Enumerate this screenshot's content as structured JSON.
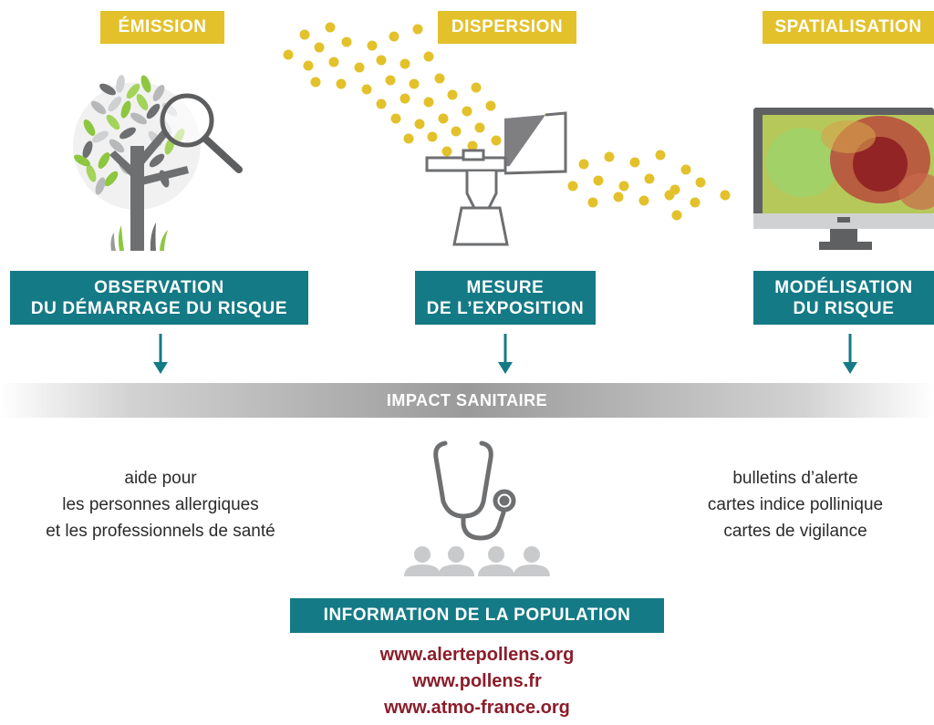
{
  "tags": {
    "emission": "ÉMISSION",
    "dispersion": "DISPERSION",
    "spatialisation": "SPATIALISATION"
  },
  "boxes": {
    "observation": [
      "OBSERVATION",
      "DU DÉMARRAGE DU RISQUE"
    ],
    "mesure": [
      "MESURE",
      "DE L’EXPOSITION"
    ],
    "modelisation": [
      "MODÉLISATION",
      "DU RISQUE"
    ]
  },
  "band": {
    "label": "IMPACT SANITAIRE"
  },
  "left_text": [
    "aide pour",
    "les personnes allergiques",
    "et les professionnels de santé"
  ],
  "right_text": [
    "bulletins d’alerte",
    "cartes indice pollinique",
    "cartes de vigilance"
  ],
  "info": {
    "label": "INFORMATION DE LA POPULATION",
    "links": [
      "www.alertepollens.org",
      "www.pollens.fr",
      "www.atmo-france.org"
    ]
  },
  "colors": {
    "yellow": "#e3c12b",
    "teal": "#147a86",
    "link": "#8b1d2a",
    "icon_gray": "#6e6f71",
    "leaf_green": "#8dc63f"
  },
  "icons": [
    "tree-icon",
    "magnifier-icon",
    "pollen-sampler-icon",
    "computer-monitor-icon",
    "stethoscope-icon",
    "people-icon",
    "arrow-down-icon"
  ]
}
